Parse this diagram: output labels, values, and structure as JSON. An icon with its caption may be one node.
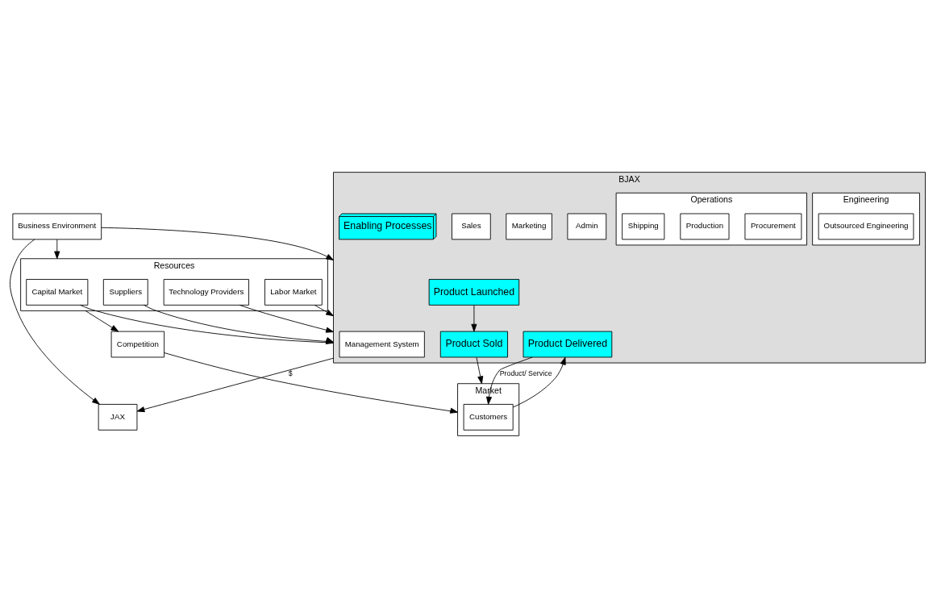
{
  "diagram": {
    "nodes": [
      {
        "text": [
          "Business Environment"
        ]
      },
      {
        "text": [
          "Resources"
        ]
      },
      {
        "text": [
          "Capital Market"
        ],
        "in": 1
      },
      {
        "text": [
          "Labor Market"
        ],
        "in": 1
      },
      {
        "text": [
          "Suppliers"
        ],
        "in": 1
      },
      {
        "text": [
          "Technology Providers"
        ],
        "in": 1
      },
      {
        "text": [
          "BJAX"
        ]
      },
      {
        "text": [
          "Management System"
        ],
        "in": 6
      },
      {
        "text": [
          "Admin"
        ],
        "in": 6
      },
      {
        "text": [
          "Marketing"
        ],
        "in": 6
      },
      {
        "text": [
          "Sales"
        ],
        "in": 6
      },
      {
        "text": [
          "Engineering"
        ],
        "in": 6
      },
      {
        "text": [
          "Operations"
        ],
        "in": 6
      },
      {
        "text": [
          "Procurement"
        ],
        "in": 12
      },
      {
        "text": [
          "Production"
        ],
        "in": 12
      },
      {
        "text": [
          "Shipping"
        ],
        "in": 12
      },
      {
        "text": [
          "Product Launched"
        ],
        "in": 6
      },
      {
        "text": [
          "Product Sold"
        ],
        "in": 6
      },
      {
        "text": [
          "Product Delivered"
        ],
        "in": 6
      },
      {
        "text": [
          "Enabling Processes"
        ],
        "in": 6
      },
      {
        "text": [
          "Outsourced Engineering"
        ],
        "in": 11
      },
      {
        "text": [
          "JAX"
        ]
      },
      {
        "text": [
          "Market"
        ]
      },
      {
        "text": [
          "Customers"
        ],
        "in": 22
      },
      {
        "text": [
          "Competition"
        ]
      }
    ],
    "edges": [
      {
        "from": 0,
        "to": 1,
        "arrow": "to"
      },
      {
        "from": 0,
        "to": 6,
        "arrow": "to"
      },
      {
        "from": 0,
        "to": 21,
        "arrow": "to"
      },
      {
        "from": 2,
        "to": 6,
        "arrow": "to"
      },
      {
        "from": 3,
        "to": 6,
        "arrow": "to"
      },
      {
        "from": 4,
        "to": 6,
        "arrow": "to"
      },
      {
        "from": 5,
        "to": 6,
        "arrow": "to"
      },
      {
        "from": 6,
        "to": 21,
        "arrow": "to",
        "label": "$"
      },
      {
        "from": 16,
        "to": 17,
        "arrow": "to"
      },
      {
        "from": 17,
        "to": 22,
        "arrow": "to"
      },
      {
        "from": 23,
        "to": 18,
        "arrow": "to"
      },
      {
        "from": 18,
        "to": 23,
        "arrow": "to",
        "label": "Product/ Service"
      },
      {
        "from": 1,
        "to": 24,
        "arrow": "to"
      },
      {
        "from": 24,
        "to": 22,
        "arrow": "to"
      }
    ]
  }
}
